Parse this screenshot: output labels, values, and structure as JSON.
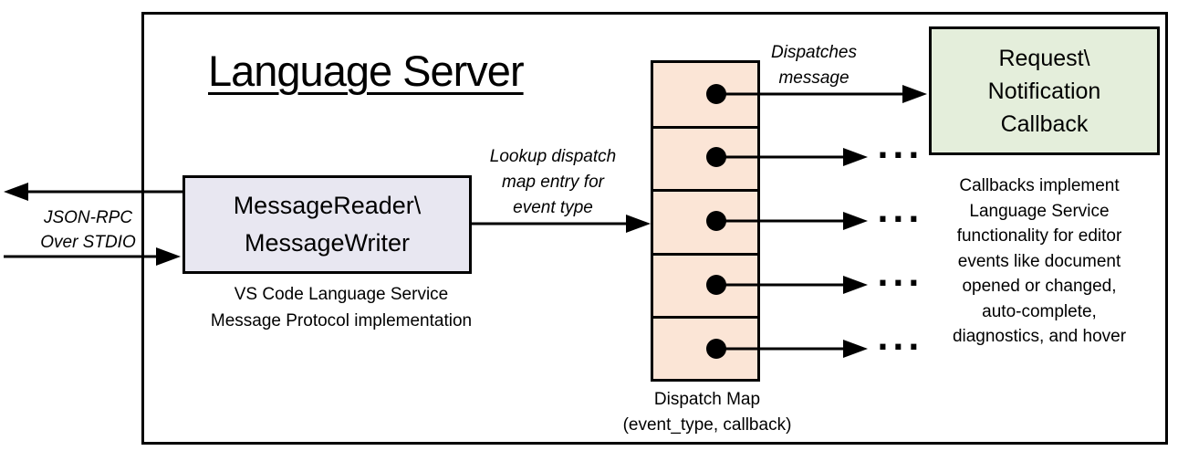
{
  "title": "Language Server",
  "io_label": {
    "lines": [
      "JSON-RPC",
      "Over STDIO"
    ]
  },
  "message_box": {
    "lines": [
      "MessageReader\\",
      "MessageWriter"
    ],
    "caption_lines": [
      "VS Code Language Service",
      "Message Protocol implementation"
    ]
  },
  "lookup_label": {
    "lines": [
      "Lookup dispatch",
      "map entry for",
      "event type"
    ]
  },
  "dispatches_label": {
    "lines": [
      "Dispatches",
      "message"
    ]
  },
  "dispatch_map": {
    "cell_count": 5,
    "caption_lines": [
      "Dispatch Map",
      "(event_type, callback)"
    ],
    "ellipsis": "..."
  },
  "callback_box": {
    "lines": [
      "Request\\",
      "Notification",
      "Callback"
    ]
  },
  "callback_caption": {
    "lines": [
      "Callbacks implement",
      "Language Service",
      "functionality for editor",
      "events like document",
      "opened or changed,",
      "auto-complete,",
      "diagnostics, and hover"
    ]
  },
  "colors": {
    "message_box_fill": "#E8E7F1",
    "dispatch_cell_fill": "#FBE5D6",
    "callback_box_fill": "#E4EEDB",
    "stroke": "#000000",
    "background": "#FFFFFF"
  }
}
